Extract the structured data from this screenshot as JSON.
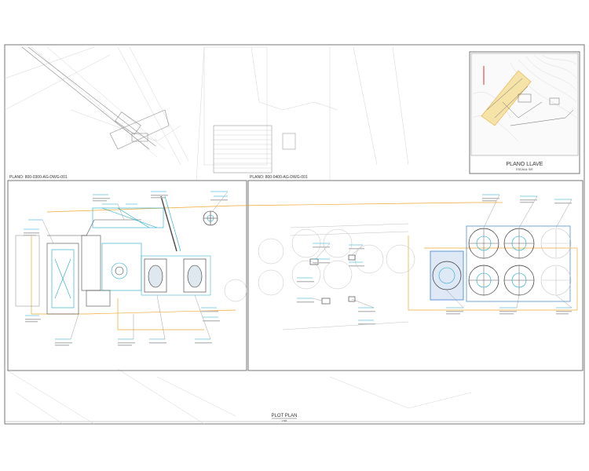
{
  "drawing": {
    "plan_left_label": "PLANO: 800-0300-AG-DWG-001",
    "plan_right_label": "PLANO: 800-0400-AG-DWG-001",
    "key_plan_title": "PLANO LLAVE",
    "key_plan_subtitle": "ESCALA: S/E",
    "sheet_title": "PLOT PLAN",
    "sheet_scale": "1:500"
  },
  "colors": {
    "line": "#6f6f6f",
    "faint": "#c9c9c9",
    "cyan": "#19a7c9",
    "orange": "#f0a830",
    "blue": "#3b7fd6",
    "label_cyan": "#1fa0c0"
  }
}
